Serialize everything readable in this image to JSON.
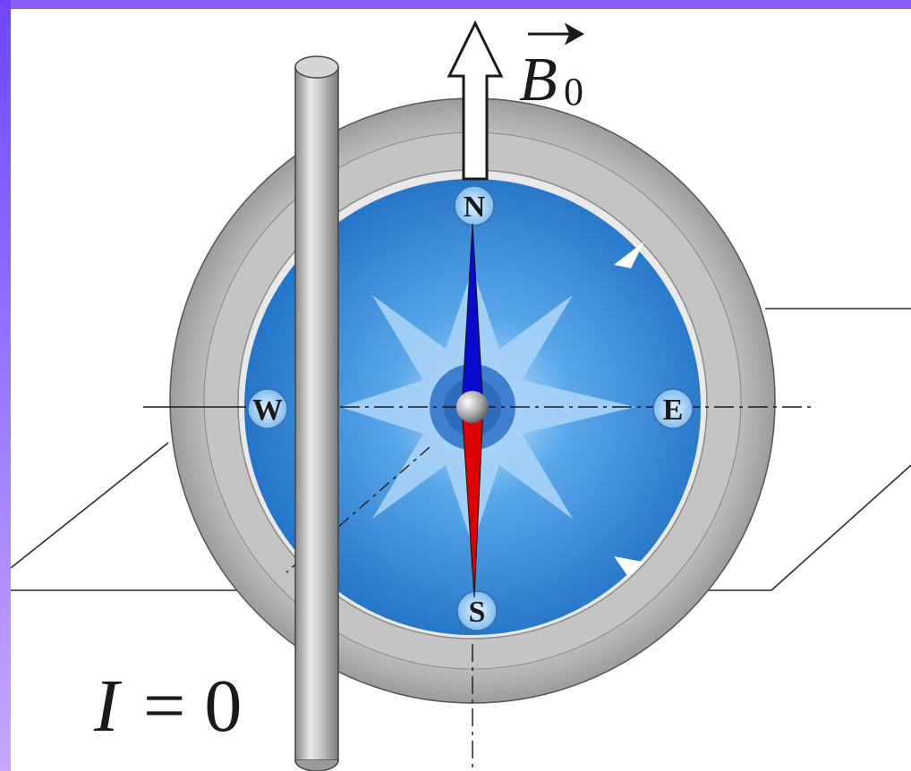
{
  "compass": {
    "north": "N",
    "east": "E",
    "south": "S",
    "west": "W"
  },
  "field_label": {
    "symbol": "B",
    "subscript": "0"
  },
  "current_label": {
    "symbol": "I",
    "relation": "= 0"
  },
  "colors": {
    "frame_gradient": [
      "#7b4fff",
      "#c8a6ff"
    ],
    "dial_blue": "#2f7fd0",
    "needle_north": "#0a0acc",
    "needle_south": "#dd0000",
    "bezel_gray": "#b8b8b8"
  }
}
